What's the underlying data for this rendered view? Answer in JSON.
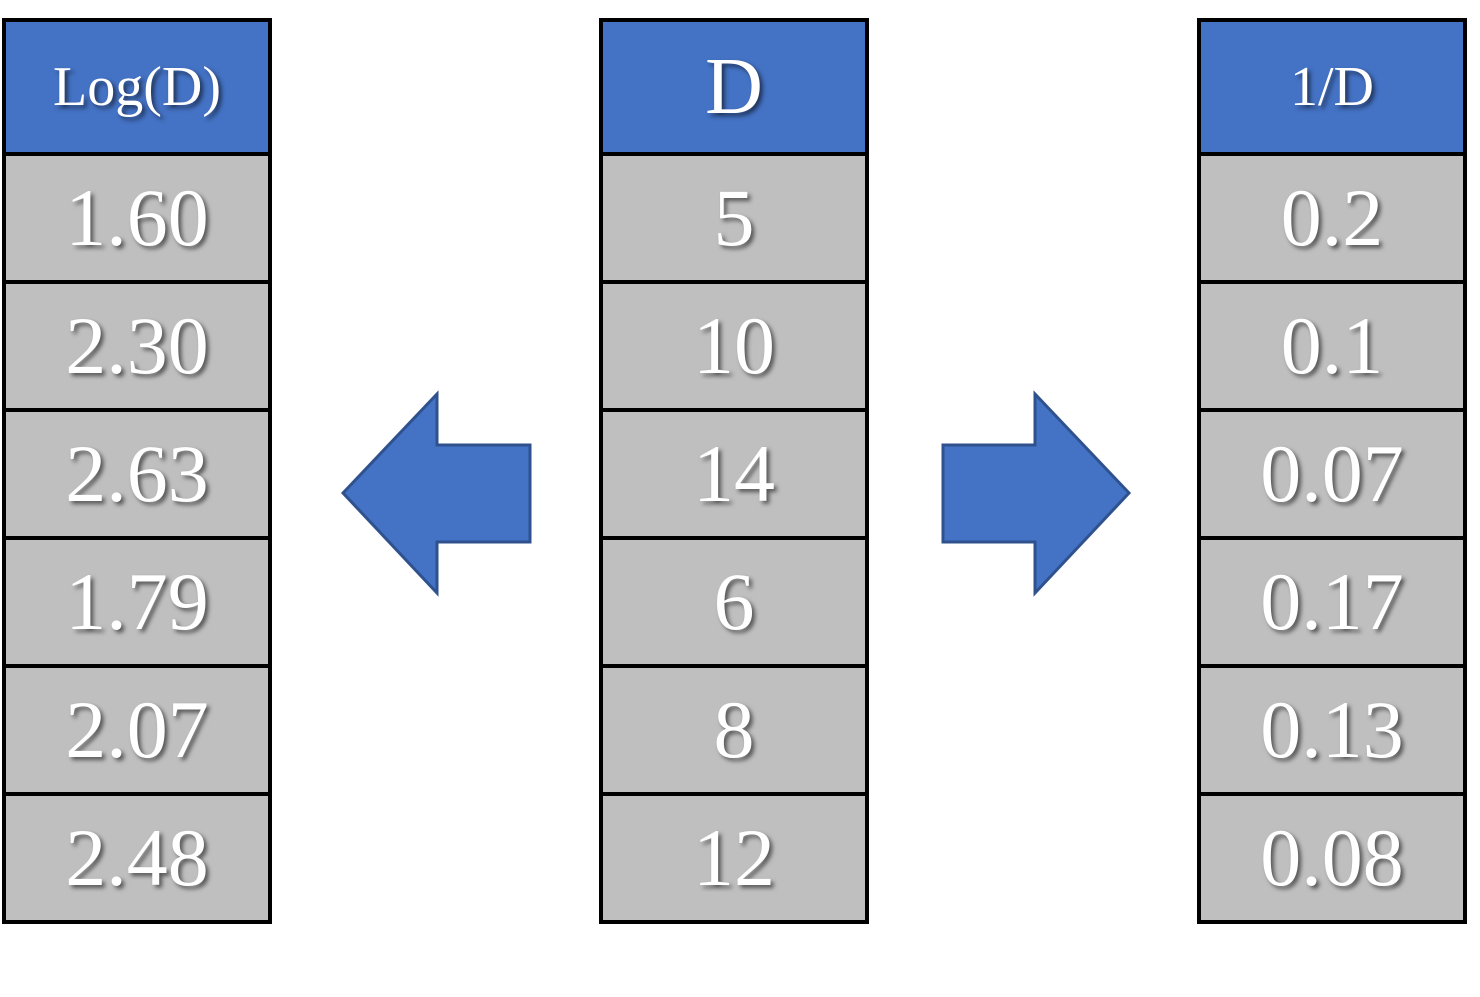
{
  "colors": {
    "header_fill": "#4472c4",
    "cell_fill": "#bfbfbf",
    "arrow_fill": "#4472c4",
    "border": "#000000",
    "text": "#ffffff"
  },
  "columns": {
    "log": {
      "header": "Log(D)",
      "values": [
        "1.60",
        "2.30",
        "2.63",
        "1.79",
        "2.07",
        "2.48"
      ]
    },
    "d": {
      "header": "D",
      "values": [
        "5",
        "10",
        "14",
        "6",
        "8",
        "12"
      ]
    },
    "inverse": {
      "header": "1/D",
      "values": [
        "0.2",
        "0.1",
        "0.07",
        "0.17",
        "0.13",
        "0.08"
      ]
    }
  },
  "arrows": [
    {
      "icon": "arrow-left-icon",
      "direction": "left"
    },
    {
      "icon": "arrow-right-icon",
      "direction": "right"
    }
  ]
}
